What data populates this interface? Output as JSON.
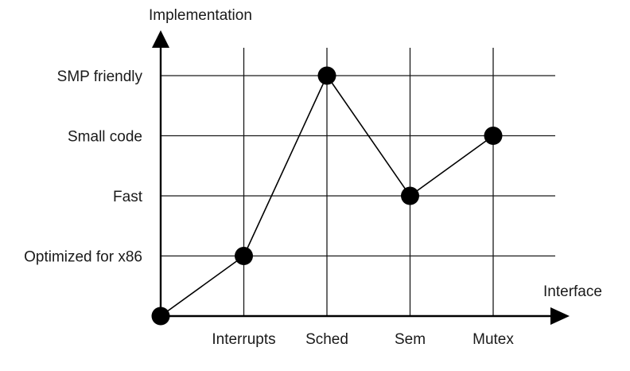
{
  "chart_data": {
    "type": "line",
    "title": "",
    "xlabel": "Interface",
    "ylabel": "Implementation",
    "categories": [
      "",
      "Interrupts",
      "Sched",
      "Sem",
      "Mutex"
    ],
    "y_levels": [
      "",
      "Optimized for x86",
      "Fast",
      "Small code",
      "SMP friendly"
    ],
    "series": [
      {
        "values": [
          0,
          1,
          4,
          2,
          3
        ]
      }
    ],
    "ylim": [
      0,
      4
    ],
    "grid": true,
    "legend": "none",
    "colors": {
      "line": "#000000",
      "grid": "#1a1a1a",
      "text": "#1a1a1a"
    }
  }
}
